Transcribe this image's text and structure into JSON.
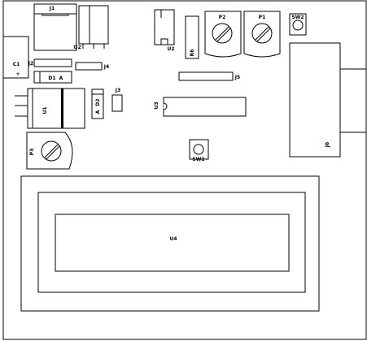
{
  "labels": {
    "J1": "J1",
    "Q2": "Q2",
    "U2": "U2",
    "R6": "R6",
    "P2": "P2",
    "P1": "P1",
    "SW2": "SW2",
    "C1": "C1",
    "C1_pol": "+",
    "J2": "J2",
    "J4": "J4",
    "D1": "D1",
    "D1_A": "A",
    "J5": "J5",
    "U1": "U1",
    "J3": "J3",
    "D2": "D2",
    "D2_A": "A",
    "U3": "U3",
    "J6": "J6",
    "P3": "P3",
    "SW1": "SW1",
    "U4": "U4"
  }
}
